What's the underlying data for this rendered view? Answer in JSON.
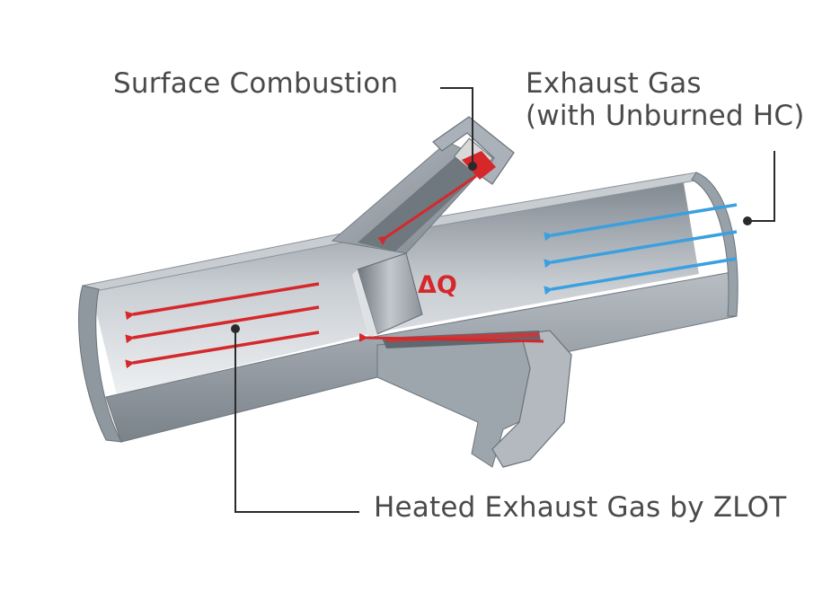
{
  "labels": {
    "surface_combustion": "Surface Combustion",
    "exhaust_gas_line1": "Exhaust Gas",
    "exhaust_gas_line2": "(with Unburned HC)",
    "heated_exhaust_gas": "Heated Exhaust Gas by ZLOT",
    "delta_q": "ΔQ"
  },
  "colors": {
    "hot_flow_arrow": "#d6282b",
    "cold_flow_arrow": "#3aa0e0",
    "pipe_metal": "#9aa3ab",
    "leader_line": "#2a2a2a",
    "label_text": "#4a4a4a"
  },
  "arrows": {
    "incoming_exhaust_count": 3,
    "outgoing_heated_count": 3
  }
}
